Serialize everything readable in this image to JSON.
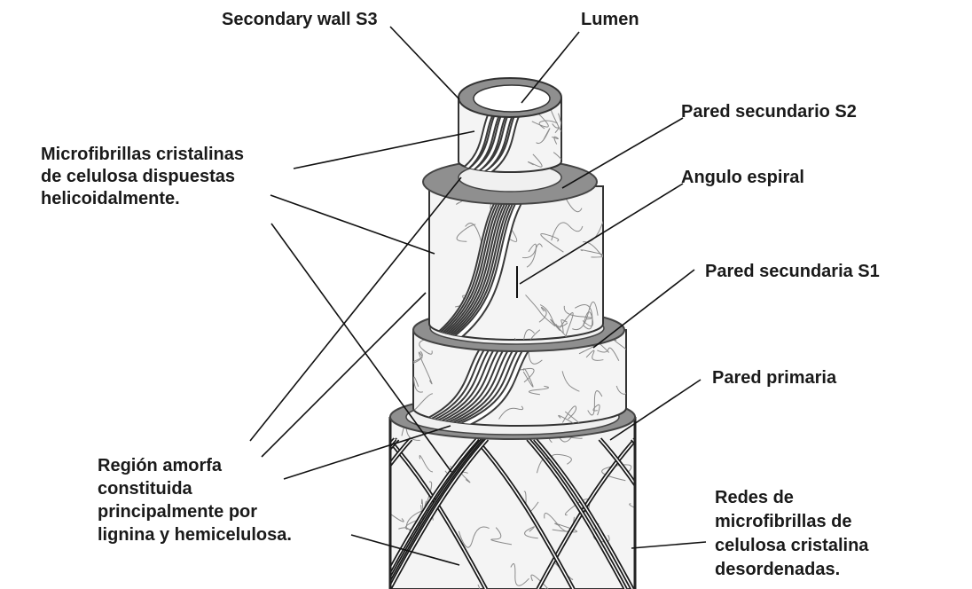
{
  "labels": {
    "secondary_wall_s3": "Secondary wall S3",
    "lumen": "Lumen",
    "pared_s2": "Pared secundario S2",
    "angulo": "Angulo espiral",
    "pared_s1": "Pared secundaria S1",
    "pared_primaria": "Pared primaria",
    "microfibrillas": [
      "Microfibrillas cristalinas",
      "de celulosa dispuestas",
      "helicoidalmente."
    ],
    "region_amorfa": [
      "Región amorfa",
      "constituida",
      "principalmente por",
      "lignina y hemicelulosa."
    ],
    "redes": [
      "Redes de",
      "microfibrillas de",
      "celulosa cristalina",
      "desordenadas."
    ]
  },
  "colors": {
    "text": "#1a1a1a",
    "ring": "#8f8f8f",
    "ring_edge": "#555555",
    "fibril": "#3a3a3a",
    "wall": "#f4f4f4"
  }
}
